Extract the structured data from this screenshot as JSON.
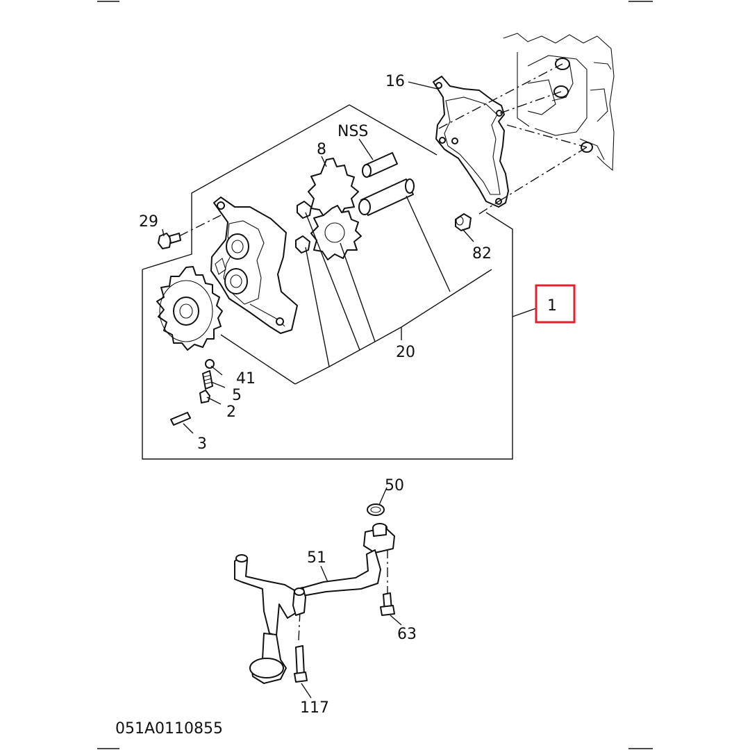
{
  "diagram": {
    "drawing_code": "051A0110855",
    "highlight_color": "#e0202c",
    "callouts": {
      "c16": "16",
      "cNSS": "NSS",
      "c8": "8",
      "c29": "29",
      "c82": "82",
      "c1": "1",
      "c20": "20",
      "c41": "41",
      "c5": "5",
      "c2": "2",
      "c3": "3",
      "c50": "50",
      "c51": "51",
      "c63": "63",
      "c117": "117"
    }
  }
}
